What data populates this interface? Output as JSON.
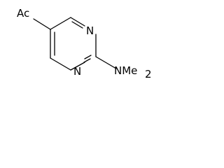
{
  "molecule": {
    "atoms": {
      "n_top": "N",
      "n_bottom": "N",
      "acetyl": "Ac",
      "nme2_main": "NMe",
      "nme2_sub": "2"
    }
  }
}
